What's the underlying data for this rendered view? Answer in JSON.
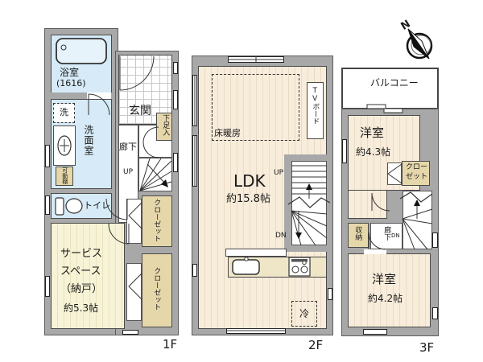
{
  "colors": {
    "wall": "#a8a8a8",
    "room_blue": "#d6ebf7",
    "room_cream": "#f8ecdb",
    "room_yellow": "#f7f3d6",
    "closet_beige": "#e6d7ab",
    "line": "#333333"
  },
  "f1": {
    "floor_label": "1F",
    "bath": "浴室",
    "bath_size": "(1616)",
    "washer": "洗",
    "washroom": "洗面室",
    "shelf": "可動棚",
    "entrance": "玄関",
    "corridor": "廊下",
    "shoe": "下足入",
    "up": "UP",
    "toilet": "トイレ",
    "service1": "サービス",
    "service2": "スペース",
    "service3": "（納戸）",
    "service_area": "約5.3帖",
    "closet_a": "クローゼット",
    "closet_b": "クローゼット"
  },
  "f2": {
    "floor_label": "2F",
    "floor_heating": "床暖房",
    "tv_board": "TVボード",
    "ldk": "LDK",
    "ldk_area": "約15.8帖",
    "up": "UP",
    "dn": "DN",
    "fridge": "冷"
  },
  "f3": {
    "floor_label": "3F",
    "compass_n": "N",
    "balcony": "バルコニー",
    "room1": "洋室",
    "room1_area": "約4.3帖",
    "closet_line1": "クロー",
    "closet_line2": "ゼット",
    "storage": "収納",
    "corridor": "廊下",
    "dn": "DN",
    "room2": "洋室",
    "room2_area": "約4.2帖"
  }
}
